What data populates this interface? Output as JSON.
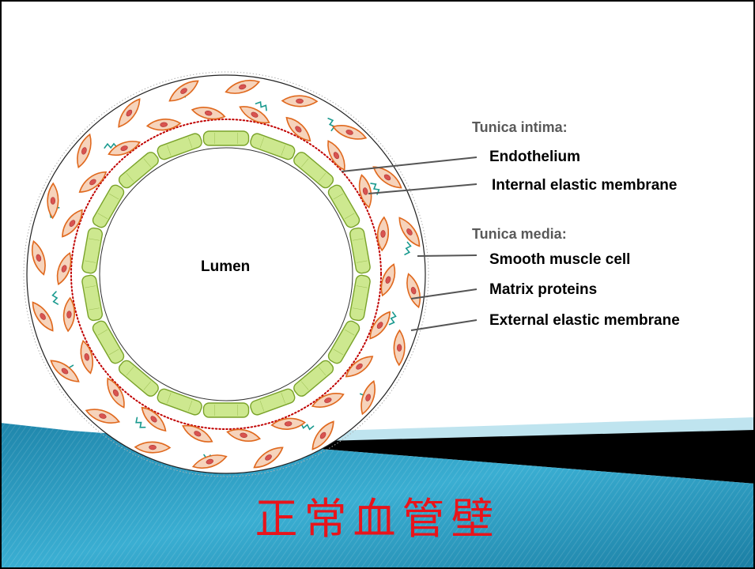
{
  "diagram": {
    "lumen_label": "Lumen",
    "tunica_intima": {
      "header": "Tunica intima:",
      "items": [
        "Endothelium",
        "Internal elastic membrane"
      ]
    },
    "tunica_media": {
      "header": "Tunica media:",
      "items": [
        "Smooth muscle cell",
        "Matrix proteins",
        "External elastic membrane"
      ]
    }
  },
  "slide_title": "正常血管壁",
  "colors": {
    "endothelium_fill": "#cde88f",
    "endothelium_stroke": "#7aa32a",
    "elastic_membrane_dots": "#c00000",
    "muscle_cell_fill": "#f6d3bb",
    "muscle_cell_stroke": "#e0691e",
    "nucleus": "#d9534f",
    "matrix_fibers": "#1a9a8f",
    "band_blue": "#2a9ec2",
    "band_black": "#000000",
    "title_red": "#e8141b"
  }
}
